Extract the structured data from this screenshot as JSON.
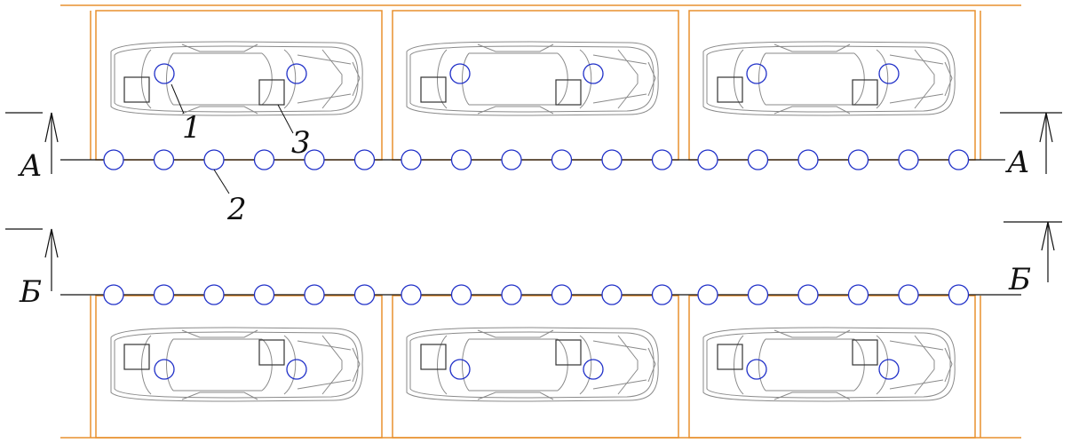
{
  "colors": {
    "orange": "#e8902e",
    "blue": "#2030c8",
    "black": "#111111",
    "gray": "#8a8a8a"
  },
  "section_labels": {
    "a_left": "А",
    "a_right": "А",
    "b_left": "Б",
    "b_right": "Б"
  },
  "callouts": {
    "one": "1",
    "two": "2",
    "three": "3"
  },
  "top_row": {
    "spaces": 3,
    "cars_facing": "right",
    "line_sensors": 18
  },
  "bottom_row": {
    "spaces": 3,
    "cars_facing": "right",
    "line_sensors": 18
  }
}
